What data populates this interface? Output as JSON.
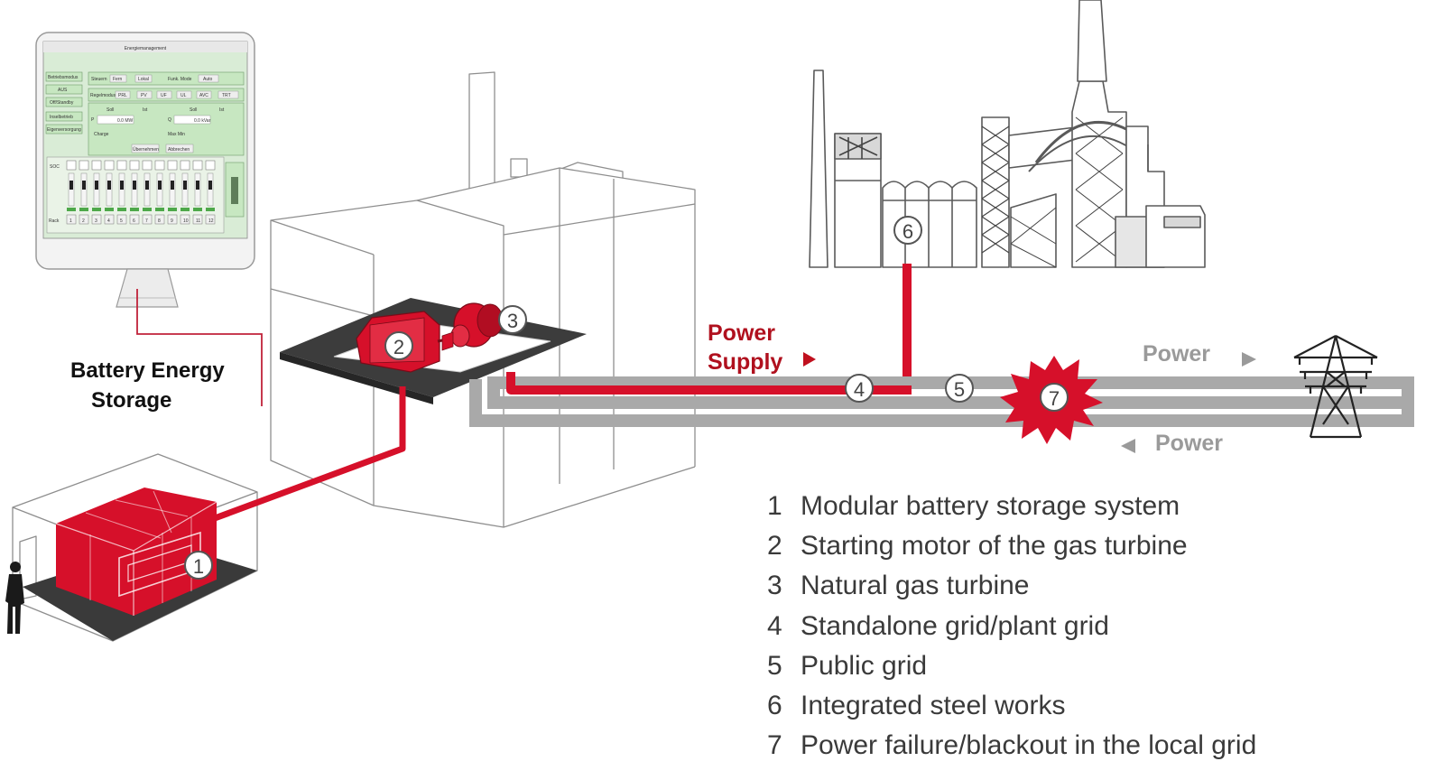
{
  "monitor": {
    "title": "Energiemanagement",
    "side_buttons": [
      "Betriebsmodus",
      "AUS",
      "Off/Standby",
      "Inselbetrieb",
      "Eigenversorgung"
    ],
    "top_fields": [
      {
        "label": "Steuern",
        "value": "Fern"
      },
      {
        "label": "",
        "value": "Lokal"
      },
      {
        "label": "Funk. Mode",
        "value": "Auto"
      }
    ],
    "regel_label": "Regelmodus",
    "regel_buttons": [
      "PRL",
      "PV",
      "UF",
      "UL",
      "AVC",
      "TRT"
    ],
    "soll": "Soll",
    "ist": "Ist",
    "p_label": "P",
    "p_value": "0.0 MW",
    "q_label": "Q",
    "q_value": "0.0 kVar",
    "charge_label": "Charge",
    "max_label": "Max Min",
    "btn_a": "Übernehmen",
    "btn_b": "Abbrechen",
    "soc_label": "SOC",
    "rack_label": "Rack",
    "rack_numbers": [
      "1",
      "2",
      "3",
      "4",
      "5",
      "6",
      "7",
      "8",
      "9",
      "10",
      "11",
      "12"
    ]
  },
  "labels": {
    "bes_line1": "Battery Energy",
    "bes_line2": "Storage",
    "supply_line1": "Power",
    "supply_line2": "Supply",
    "power_right": "Power",
    "power_left": "Power"
  },
  "markers": [
    "1",
    "2",
    "3",
    "4",
    "5",
    "6",
    "7"
  ],
  "legend": [
    {
      "num": "1",
      "text": "Modular battery storage system"
    },
    {
      "num": "2",
      "text": "Starting motor of the gas turbine"
    },
    {
      "num": "3",
      "text": "Natural gas turbine"
    },
    {
      "num": "4",
      "text": "Standalone grid/plant grid"
    },
    {
      "num": "5",
      "text": "Public grid"
    },
    {
      "num": "6",
      "text": "Integrated steel works"
    },
    {
      "num": "7",
      "text": "Power failure/blackout in the local grid"
    }
  ],
  "colors": {
    "accent_red": "#d6102a",
    "grid_gray": "#a9a9a9",
    "label_gray": "#9a9a9a",
    "legend_text": "#3a3a3a",
    "screen_green": "#c7e7c1"
  }
}
